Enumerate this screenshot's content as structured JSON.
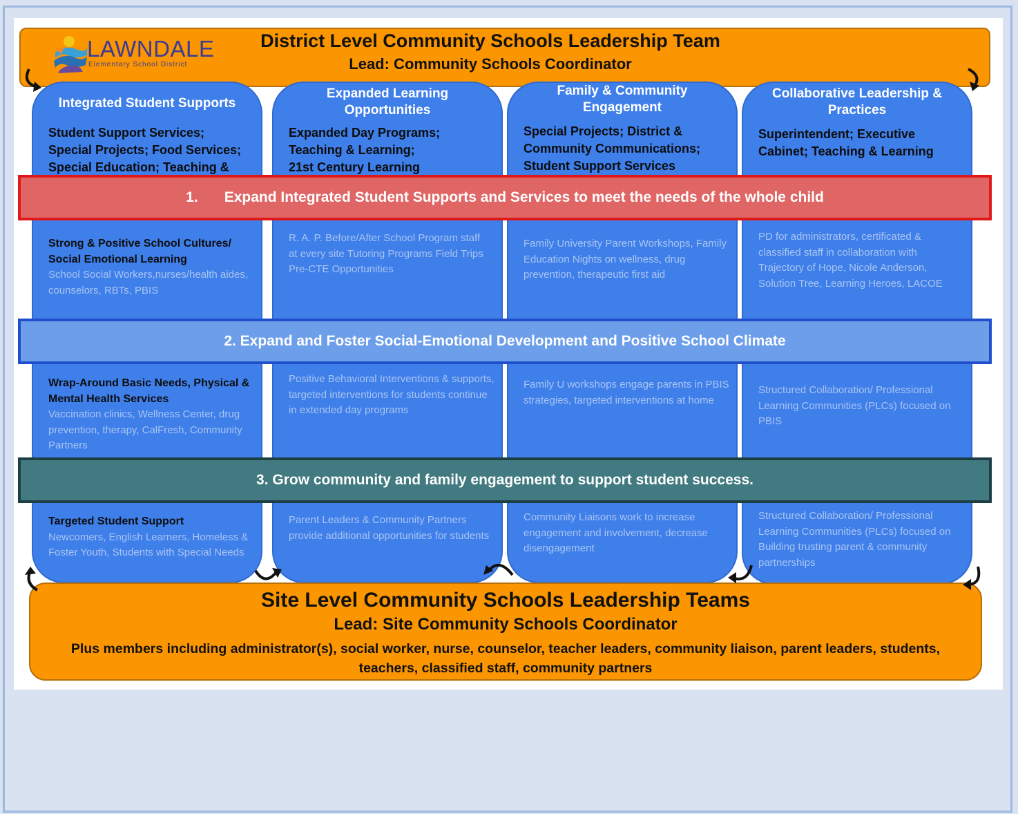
{
  "colors": {
    "orange": "#fb9500",
    "column_blue": "#3f7fea",
    "band1": "#e06666",
    "band2": "#6c9eea",
    "band3": "#417a80"
  },
  "logo": {
    "name": "LAWNDALE",
    "subtitle": "Elementary School District"
  },
  "district": {
    "title": "District Level Community Schools Leadership Team",
    "lead": "Lead: Community Schools Coordinator"
  },
  "columns": [
    {
      "heading": [
        "Integrated Student Supports"
      ],
      "subtitle": [
        "Student Support Services;",
        "Special Projects; Food Services;",
        "Special Education; Teaching &"
      ],
      "cells": [
        {
          "bold": "Strong & Positive School Cultures/ Social Emotional Learning",
          "text": "School Social Workers,nurses/health aides, counselors, RBTs, PBIS"
        },
        {
          "bold": "Wrap-Around Basic Needs, Physical & Mental Health Services",
          "text": "Vaccination clinics, Wellness Center, drug prevention, therapy, CalFresh, Community Partners"
        },
        {
          "bold": "Targeted Student Support",
          "text": "Newcomers, English Learners, Homeless & Foster Youth, Students with Special Needs"
        }
      ]
    },
    {
      "heading": [
        "Expanded Learning",
        "Opportunities"
      ],
      "subtitle": [
        "Expanded Day Programs;",
        "Teaching & Learning;",
        "21st Century Learning"
      ],
      "cells": [
        {
          "bold": "",
          "text": "R. A. P. Before/After School Program staff at every site Tutoring Programs Field Trips Pre-CTE Opportunities"
        },
        {
          "bold": "",
          "text": "Positive Behavioral Interventions & supports, targeted interventions for students continue in extended day programs"
        },
        {
          "bold": "",
          "text": "Parent Leaders & Community Partners provide additional opportunities for students"
        }
      ]
    },
    {
      "heading": [
        "Family & Community",
        "Engagement"
      ],
      "subtitle": [
        "Special Projects; District &",
        "Community Communications;",
        "Student Support Services"
      ],
      "cells": [
        {
          "bold": "",
          "text": "Family University Parent Workshops, Family Education Nights on wellness, drug prevention, therapeutic first aid"
        },
        {
          "bold": "",
          "text": "Family U workshops engage parents in PBIS strategies, targeted interventions at home"
        },
        {
          "bold": "",
          "text": "Community Liaisons work to increase engagement and involvement, decrease disengagement"
        }
      ]
    },
    {
      "heading": [
        "Collaborative Leadership &",
        "Practices"
      ],
      "subtitle": [
        "Superintendent; Executive",
        "Cabinet; Teaching & Learning"
      ],
      "cells": [
        {
          "bold": "",
          "text": "PD for administrators, certificated & classified staff in collaboration with Trajectory of Hope, Nicole Anderson, Solution Tree, Learning Heroes, LACOE"
        },
        {
          "bold": "",
          "text": "Structured Collaboration/ Professional Learning Communities (PLCs) focused on PBIS"
        },
        {
          "bold": "",
          "text": "Structured Collaboration/ Professional Learning Communities (PLCs) focused on Building trusting parent & community partnerships"
        }
      ]
    }
  ],
  "goals": [
    {
      "number": "1.",
      "text": "Expand Integrated Student Supports and Services to meet the needs of the whole child"
    },
    {
      "number": "",
      "text": "2. Expand and Foster Social-Emotional Development and Positive School Climate"
    },
    {
      "number": "",
      "text": "3. Grow community and family engagement to support student success."
    }
  ],
  "site": {
    "title": "Site Level Community Schools Leadership Teams",
    "lead": "Lead: Site Community Schools Coordinator",
    "members": "Plus members including administrator(s), social worker, nurse, counselor, teacher leaders, community liaison, parent leaders, students, teachers, classified staff, community partners"
  }
}
